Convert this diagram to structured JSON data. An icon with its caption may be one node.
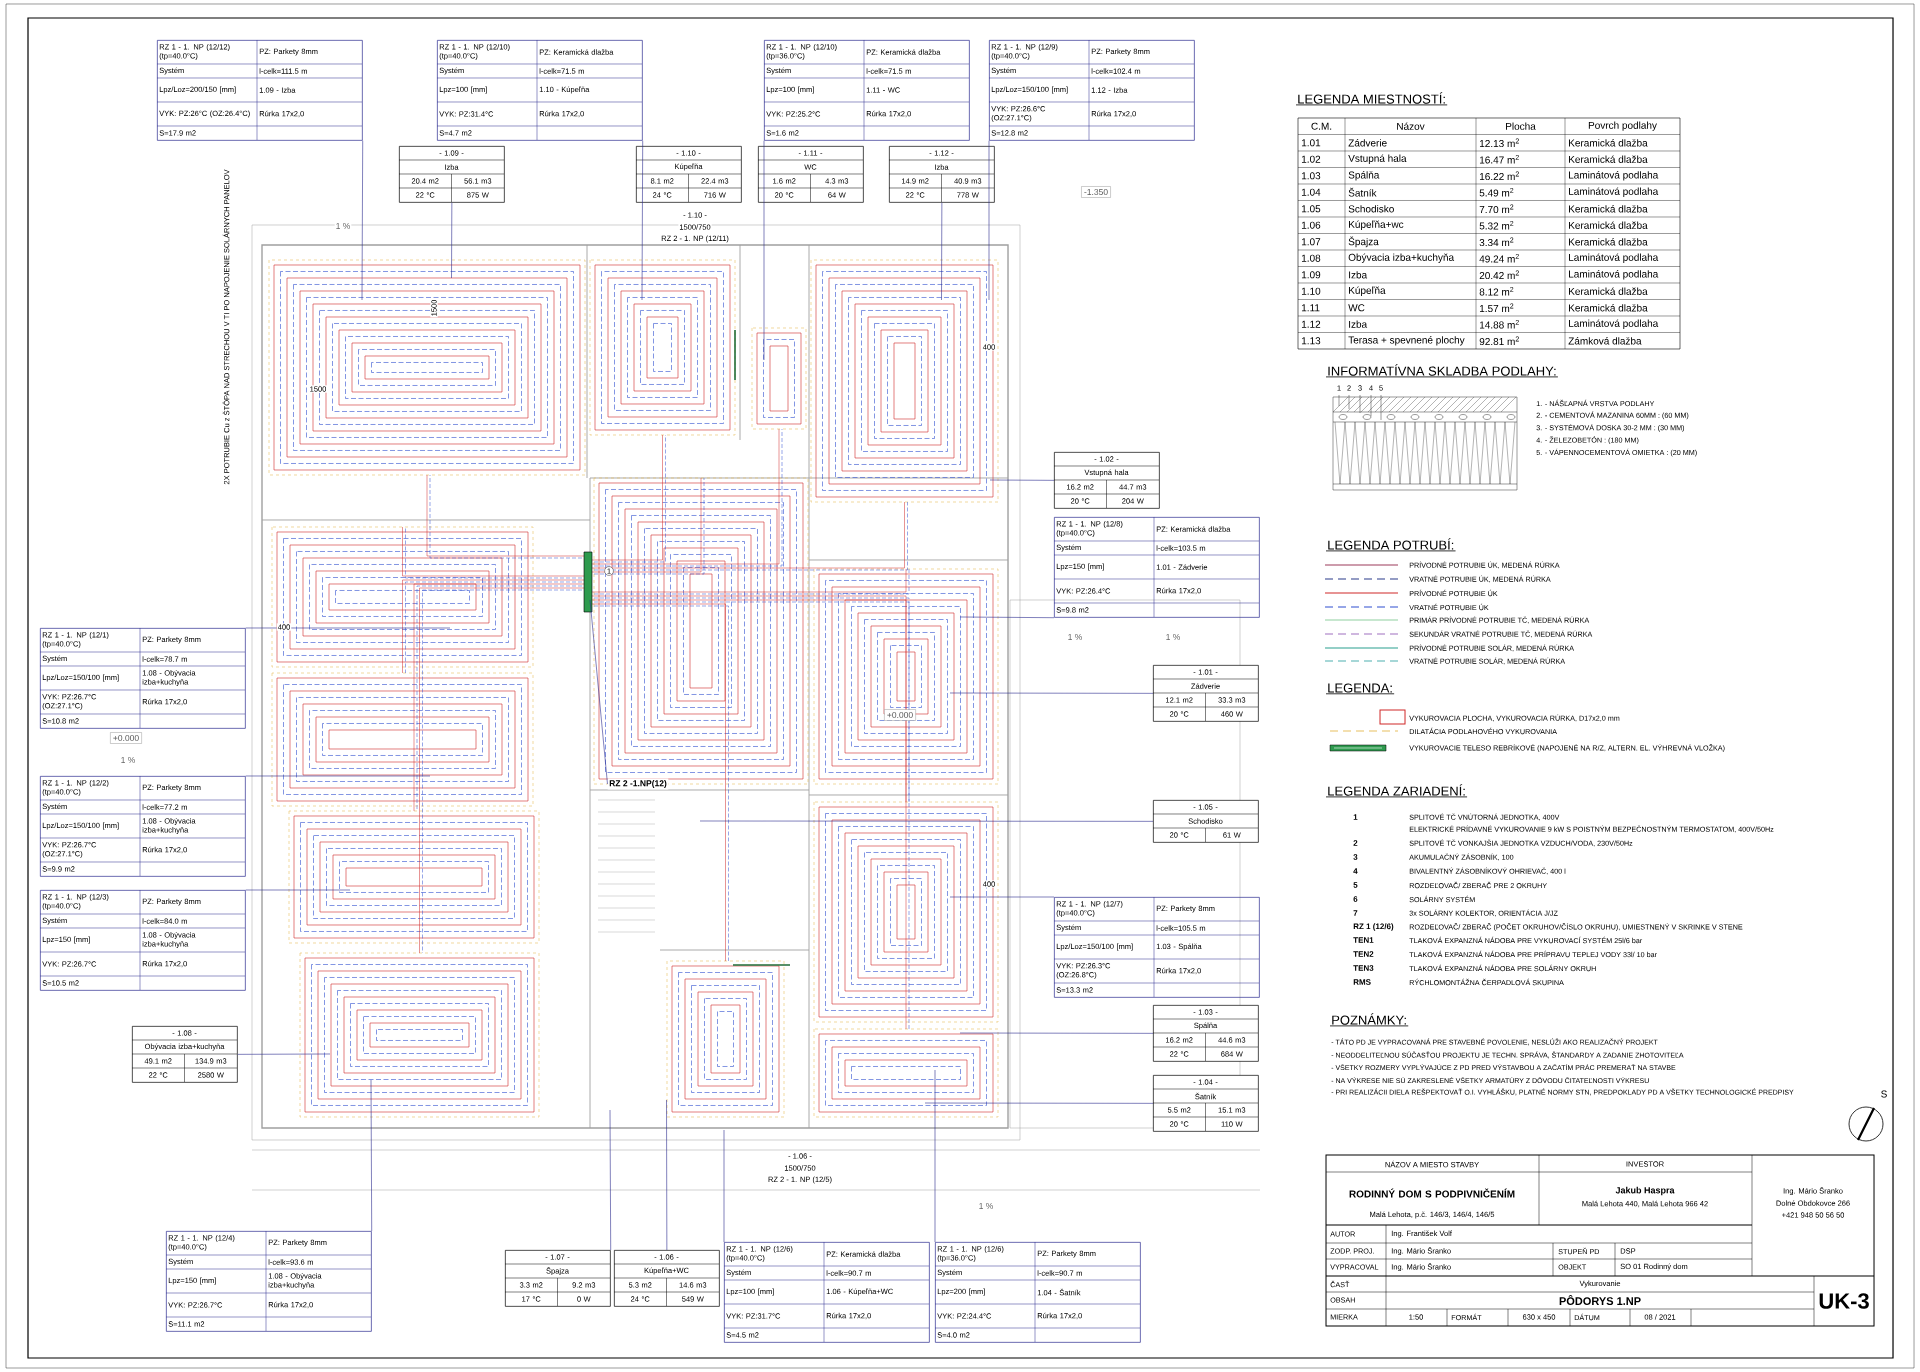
{
  "diagram": {
    "nodes": [
      {
        "text": [
          "RZ 1 - 1. NP (12/12) (tp=40.0°C)",
          "PZ: Parkety 8mm",
          "Systém",
          "l-celk=111.5 m",
          "Lpz/Loz=200/150 [mm]",
          "1.09 - Izba",
          "VYK: PZ:26°C (OZ:26.4°C)",
          "Rúrka 17x2,0",
          "S=17.9 m2"
        ]
      },
      {
        "text": [
          "RZ 1 - 1. NP (12/10) (tp=40.0°C)",
          "PZ: Keramická dlažba",
          "Systém",
          "l-celk=71.5 m",
          "Lpz=100 [mm]",
          "1.10 - Kúpeľňa",
          "VYK: PZ:31.4°C",
          "Rúrka 17x2,0",
          "S=4.7 m2"
        ]
      },
      {
        "text": [
          "RZ 1 - 1. NP (12/10) (tp=36.0°C)",
          "PZ: Keramická dlažba",
          "Systém",
          "l-celk=71.5 m",
          "Lpz=100 [mm]",
          "1.11 - WC",
          "VYK: PZ:25.2°C",
          "Rúrka 17x2,0",
          "S=1.6 m2"
        ]
      },
      {
        "text": [
          "RZ 1 - 1. NP (12/9) (tp=40.0°C)",
          "PZ: Parkety 8mm",
          "Systém",
          "l-celk=102.4 m",
          "Lpz/Loz=150/100 [mm]",
          "1.12 - Izba",
          "VYK: PZ:26.6°C (OZ:27.1°C)",
          "Rúrka 17x2,0",
          "S=12.8 m2"
        ]
      },
      {
        "text": [
          "- 1.09 -",
          "Izba",
          "20.4 m2",
          "56.1 m3",
          "22 °C",
          "875 W"
        ]
      },
      {
        "text": [
          "- 1.10 -",
          "Kúpeľňa",
          "8.1 m2",
          "22.4 m3",
          "24 °C",
          "716 W"
        ]
      },
      {
        "text": [
          "- 1.11 -",
          "WC",
          "1.6 m2",
          "4.3 m3",
          "20 °C",
          "64 W"
        ]
      },
      {
        "text": [
          "- 1.12 -",
          "Izba",
          "14.9 m2",
          "40.9 m3",
          "22 °C",
          "778 W"
        ]
      },
      {
        "text": [
          "- 1.02 -",
          "Vstupná hala",
          "16.2 m2",
          "44.7 m3",
          "20 °C",
          "204 W"
        ]
      },
      {
        "text": [
          "RZ 1 - 1. NP (12/8) (tp=40.0°C)",
          "PZ: Keramická dlažba",
          "Systém",
          "l-celk=103.5 m",
          "Lpz=150 [mm]",
          "1.01 - Zádverie",
          "VYK: PZ:26.4°C",
          "Rúrka 17x2,0",
          "S=9.8 m2"
        ]
      },
      {
        "text": [
          "RZ 1 - 1. NP (12/1) (tp=40.0°C)",
          "PZ: Parkety 8mm",
          "Systém",
          "l-celk=78.7 m",
          "Lpz/Loz=150/100 [mm]",
          "1.08 - Obývacia izba+kuchyňa",
          "VYK: PZ:26.7°C (OZ:27.1°C)",
          "Rúrka 17x2,0",
          "S=10.8 m2"
        ]
      },
      {
        "text": [
          "- 1.01 -",
          "Zádverie",
          "12.1 m2",
          "33.3 m3",
          "20 °C",
          "460 W"
        ]
      },
      {
        "text": [
          "RZ 1 - 1. NP (12/2) (tp=40.0°C)",
          "PZ: Parkety 8mm",
          "Systém",
          "l-celk=77.2 m",
          "Lpz/Loz=150/100 [mm]",
          "1.08 - Obývacia izba+kuchyňa",
          "VYK: PZ:26.7°C (OZ:27.1°C)",
          "Rúrka 17x2,0",
          "S=9.9 m2"
        ]
      },
      {
        "text": [
          "RZ 2 -1.NP(12)"
        ]
      },
      {
        "text": [
          "- 1.05 -",
          "Schodisko",
          "20 °C",
          "61 W"
        ]
      },
      {
        "text": [
          "RZ 1 - 1. NP (12/3) (tp=40.0°C)",
          "PZ: Parkety 8mm",
          "Systém",
          "l-celk=84.0 m",
          "Lpz=150 [mm]",
          "1.08 - Obývacia izba+kuchyňa",
          "VYK: PZ:26.7°C",
          "Rúrka 17x2,0",
          "S=10.5 m2"
        ]
      },
      {
        "text": [
          "RZ 1 - 1. NP (12/7) (tp=40.0°C)",
          "PZ: Parkety 8mm",
          "Systém",
          "l-celk=105.5 m",
          "Lpz/Loz=150/100 [mm]",
          "1.03 - Spálňa",
          "VYK: PZ:26.3°C (OZ:26.8°C)",
          "Rúrka 17x2,0",
          "S=13.3 m2"
        ]
      },
      {
        "text": [
          "- 1.03 -",
          "Spálňa",
          "16.2 m2",
          "44.6 m3",
          "22 °C",
          "684 W"
        ]
      },
      {
        "text": [
          "- 1.08 -",
          "Obývacia izba+kuchyňa",
          "49.1 m2",
          "134.9 m3",
          "22 °C",
          "2580 W"
        ]
      },
      {
        "text": [
          "- 1.04 -",
          "Šatník",
          "5.5 m2",
          "15.1 m3",
          "20 °C",
          "110 W"
        ]
      },
      {
        "text": [
          "RZ 1 - 1. NP (12/4) (tp=40.0°C)",
          "PZ: Parkety 8mm",
          "Systém",
          "l-celk=93.6 m",
          "Lpz=150 [mm]",
          "1.08 - Obývacia izba+kuchyňa",
          "VYK: PZ:26.7°C",
          "Rúrka 17x2,0",
          "S=11.1 m2"
        ]
      },
      {
        "text": [
          "- 1.07 -",
          "Špajza",
          "3.3 m2",
          "9.2 m3",
          "17 °C",
          "0 W"
        ]
      },
      {
        "text": [
          "- 1.06 -",
          "Kúpeľňa+WC",
          "5.3 m2",
          "14.6 m3",
          "24 °C",
          "549 W"
        ]
      },
      {
        "text": [
          "RZ 1 - 1. NP (12/6) (tp=40.0°C)",
          "PZ: Keramická dlažba",
          "Systém",
          "l-celk=90.7 m",
          "Lpz=100 [mm]",
          "1.06 - Kúpeľňa+WC",
          "VYK: PZ:31.7°C",
          "Rúrka 17x2,0",
          "S=4.5 m2"
        ]
      },
      {
        "text": [
          "RZ 1 - 1. NP (12/6) (tp=36.0°C)",
          "PZ: Parkety 8mm",
          "Systém",
          "l-celk=90.7 m",
          "Lpz=200 [mm]",
          "1.04 - Šatník",
          "VYK: PZ:24.4°C",
          "Rúrka 17x2,0",
          "S=4.0 m2"
        ]
      }
    ],
    "edges": [
      {
        "from": 0,
        "to": null,
        "arrow": "none"
      },
      {
        "from": 1,
        "to": null,
        "arrow": "none"
      },
      {
        "from": 2,
        "to": null,
        "arrow": "none"
      },
      {
        "from": 3,
        "to": null,
        "arrow": "none"
      },
      {
        "from": 4,
        "to": null,
        "arrow": "none"
      },
      {
        "from": 7,
        "to": null,
        "arrow": "none"
      },
      {
        "from": 8,
        "to": null,
        "arrow": "none"
      },
      {
        "from": 9,
        "to": null,
        "arrow": "none"
      },
      {
        "from": 10,
        "to": null,
        "arrow": "none"
      },
      {
        "from": 11,
        "to": null,
        "arrow": "none"
      },
      {
        "from": 12,
        "to": null,
        "arrow": "none"
      },
      {
        "from": 13,
        "to": null,
        "arrow": "none"
      },
      {
        "from": 14,
        "to": null,
        "arrow": "none"
      },
      {
        "from": 15,
        "to": null,
        "arrow": "none"
      },
      {
        "from": 16,
        "to": null,
        "arrow": "none"
      },
      {
        "from": 17,
        "to": null,
        "arrow": "none"
      },
      {
        "from": 18,
        "to": null,
        "arrow": "none"
      },
      {
        "from": 19,
        "to": null,
        "arrow": "none"
      },
      {
        "from": 20,
        "to": null,
        "arrow": "none"
      },
      {
        "from": 21,
        "to": null,
        "arrow": "none"
      },
      {
        "from": 22,
        "to": null,
        "arrow": "none"
      },
      {
        "from": 23,
        "to": null,
        "arrow": "none"
      },
      {
        "from": 24,
        "to": null,
        "arrow": "none"
      }
    ],
    "labels": [
      "2X POTRUBIE Cu z ŠTÔPA NAD STRECHOU V TI PO NAPOJENIE SOLÁRNYCH PANELOV",
      "-1.350",
      "+0.000",
      "+0.000",
      "1 %",
      "1 %",
      "1 %",
      "1 %",
      "1 %",
      "1500",
      "1500",
      "400",
      "400",
      "400",
      "- 1.10 -",
      "1500/750",
      "RZ 2 - 1. NP (12/11)",
      "- 1.06 -",
      "1500/750",
      "RZ 2 - 1. NP (12/5)",
      "1",
      "LEGENDA MIESTNOSTÍ:",
      "C.M.",
      "Názov",
      "Plocha",
      "Povrch podlahy",
      "1.01",
      "Zádverie",
      "12.13 m$^{2}$",
      "Keramická dlažba",
      "1.02",
      "Vstupná hala",
      "16.47 m$^{2}$",
      "Keramická dlažba",
      "1.03",
      "Spálňa",
      "16.22 m$^{2}$",
      "Laminátová podlaha",
      "1.04",
      "Šatník",
      "5.49 m$^{2}$",
      "Laminátová podlaha",
      "1.05",
      "Schodisko",
      "7.70 m$^{2}$",
      "Keramická dlažba",
      "1.06",
      "Kúpeľňa+wc",
      "5.32 m$^{2}$",
      "Keramická dlažba",
      "1.07",
      "Špajza",
      "3.34 m$^{2}$",
      "Keramická dlažba",
      "1.08",
      "Obývacia izba+kuchyňa",
      "49.24 m$^{2}$",
      "Laminátová podlaha",
      "1.09",
      "Izba",
      "20.42 m$^{2}$",
      "Laminátová podlaha",
      "1.10",
      "Kúpeľňa",
      "8.12 m$^{2}$",
      "Keramická dlažba",
      "1.11",
      "WC",
      "1.57 m$^{2}$",
      "Keramická dlažba",
      "1.12",
      "Izba",
      "14.88 m$^{2}$",
      "Laminátová podlaha",
      "1.13",
      "Terasa + spevnené plochy",
      "92.81 m$^{2}$",
      "Zámková dlažba",
      "INFORMATÍVNA SKLADBA PODLAHY:",
      "1",
      "2",
      "3",
      "4",
      "5",
      "1. - NÁŠĽAPNÁ VRSTVA PODLAHY",
      "2. - CEMENTOVÁ MAZANINA 60MM : (60 MM)",
      "3. - SYSTÉMOVÁ DOSKA 30-2 MM : (30 MM)",
      "4. - ŽELEZOBETÓN : (180 MM)",
      "5. - VÁPENNOCEMENTOVÁ OMIETKA : (20 MM)",
      "LEGENDA POTRUBÍ:",
      "LEGENDA:",
      "LEGENDA ZARIADENÍ:",
      "1",
      "SPLITOVÉ TČ VNÚTORNÁ JEDNOTKA, 400V",
      "ELEKTRICKÉ PRÍDAVNÉ VYKUROVANIE 9 kW S POISTNÝM BEZPEČNOSTNÝM TERMOSTATOM, 400V/50Hz",
      "2",
      "SPLITOVÉ TČ VONKAJŠIA JEDNOTKA VZDUCH/VODA, 230V/50Hz",
      "3",
      "AKUMULAČNÝ ZÁSOBNÍK, 100",
      "4",
      "BIVALENTNÝ ZÁSOBNÍKOVÝ OHRIEVAČ, 400 l",
      "5",
      "ROZDEĽOVAČ/ ZBERAČ PRE 2 OKRUHY",
      "6",
      "SOLÁRNY SYSTÉM",
      "7",
      "3x SOLÁRNY KOLEKTOR, ORIENTÁCIA J/JZ",
      "RZ 1 (12/6)",
      "ROZDEĽOVAČ/ ZBERAČ (POČET OKRUHOV/ČÍSLO OKRUHU), UMIESTNENÝ V SKRINKE V STENE",
      "TEN1",
      "TLAKOVÁ EXPANZNÁ NÁDOBA PRE VYKUROVACÍ SYSTÉM 25l/6 bar",
      "TEN2",
      "TLAKOVÁ EXPANZNÁ NÁDOBA PRE PRÍPRAVU TEPLEJ VODY 33l/ 10 bar",
      "TEN3",
      "TLAKOVÁ EXPANZNÁ NÁDOBA PRE SOLÁRNY OKRUH",
      "RMS",
      "RÝCHLOMONTÁŽNA ČERPADLOVÁ SKUPINA",
      "POZNÁMKY:",
      "- TÁTO PD JE VYPRACOVANÁ PRE STAVEBNÉ POVOLENIE, NESLÚŽI AKO REALIZAČNÝ PROJEKT",
      "- NEODDELITEĽNOU SÚČASŤOU PROJEKTU JE TECHN. SPRÁVA, ŠTANDARDY A ZADANIE ZHOTOVITEĽA",
      "- VŠETKY ROZMERY VYPLÝVAJÚCE Z PD PRED VÝSTAVBOU A ZAČATÍM PRÁC PREMERAŤ NA STAVBE",
      "- NA VÝKRESE NIE SÚ ZAKRESLENÉ VŠETKY ARMATÚRY Z DÔVODU ČITATEĽNOSTI VÝKRESU",
      "- PRI REALIZÁCII DIELA REŠPEKTOVAŤ O.I. VYHLÁŠKU, PLATNÉ NORMY STN, PREDPOKLADY PD A VŠETKY TECHNOLOGICKÉ PREDPISY",
      "S",
      "NÁZOV A MIESTO STAVBY",
      "INVESTOR",
      "RODINNÝ DOM S PODPIVNIČENÍM",
      "Jakub Haspra",
      "Ing. Mário Šranko",
      "Malá Lehota 440, Malá Lehota 966 42",
      "Dolné Obdokovce 266",
      "Malá Lehota, p.č. 146/3, 146/4, 146/5",
      "+421 948 50 56 50",
      "AUTOR",
      "Ing. František Volf",
      "ZODP. PROJ.",
      "Ing. Mário Šranko",
      "STUPEŇ PD",
      "DSP",
      "VYPRACOVAL",
      "Ing. Mário Šranko",
      "OBJEKT",
      "SO 01 Rodinný dom",
      "ČASŤ",
      "Vykurovanie",
      "OBSAH",
      "PÔDORYS 1.NP",
      "MIERKA",
      "1:50",
      "FORMÁT",
      "630 x 450",
      "DÁTUM",
      "08 / 2021",
      "UK-3"
    ],
    "legend": [
      {
        "text": "PRÍVODNÉ POTRUBIE ÚK, MEDENÁ RÚRKA"
      },
      {
        "text": "VRATNÉ POTRUBIE ÚK, MEDENÁ RÚRKA"
      },
      {
        "text": "PRÍVODNÉ POTRUBIE ÚK"
      },
      {
        "text": "VRATNÉ POTRUBIE ÚK"
      },
      {
        "text": "PRIMÁR PRÍVODNÉ POTRUBIE TČ, MEDENÁ RÚRKA"
      },
      {
        "text": "SEKUNDÁR VRATNÉ POTRUBIE TČ, MEDENÁ RÚRKA"
      },
      {
        "text": "PRÍVODNÉ POTRUBIE SOLÁR, MEDENÁ RÚRKA"
      },
      {
        "text": "VRATNÉ POTRUBIE SOLÁR, MEDENÁ RÚRKA"
      },
      {
        "text": "VYKUROVACIA PLOCHA, VYKUROVACIA RÚRKA, D17x2,0 mm"
      },
      {
        "text": "DILATÁCIA PODLAHOVÉHO VYKUROVANIA"
      },
      {
        "text": "VYKUROVACIE TELESO REBRÍKOVÉ (NAPOJENÉ NA R/Z, ALTERN. EL. VÝHREVNÁ VLOŽKA)"
      }
    ]
  }
}
